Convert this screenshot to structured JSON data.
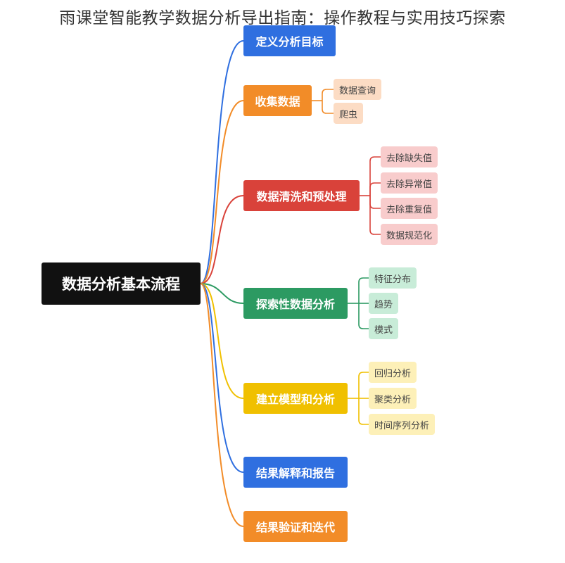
{
  "title": "雨课堂智能教学数据分析导出指南：操作教程与实用技巧探索",
  "diagram": {
    "root": "数据分析基本流程",
    "branches": [
      {
        "label": "定义分析目标",
        "color": "#2f6fe0",
        "children": []
      },
      {
        "label": "收集数据",
        "color": "#f28c28",
        "children": [
          "数据查询",
          "爬虫"
        ]
      },
      {
        "label": "数据清洗和预处理",
        "color": "#d9423a",
        "children": [
          "去除缺失值",
          "去除异常值",
          "去除重复值",
          "数据规范化"
        ]
      },
      {
        "label": "探索性数据分析",
        "color": "#2c9a62",
        "children": [
          "特征分布",
          "趋势",
          "模式"
        ]
      },
      {
        "label": "建立模型和分析",
        "color": "#f0c000",
        "children": [
          "回归分析",
          "聚类分析",
          "时间序列分析"
        ]
      },
      {
        "label": "结果解释和报告",
        "color": "#2f6fe0",
        "children": []
      },
      {
        "label": "结果验证和迭代",
        "color": "#f28c28",
        "children": []
      }
    ]
  }
}
